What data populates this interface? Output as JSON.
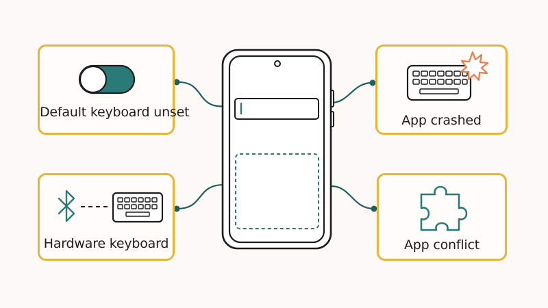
{
  "issues": {
    "default_keyboard": "Default keyboard unset",
    "hardware_keyboard": "Hardware keyboard",
    "app_crashed": "App crashed",
    "app_conflict": "App conflict"
  },
  "icons": {
    "top_left": "toggle-switch-icon",
    "bottom_left": [
      "bluetooth-icon",
      "keyboard-icon"
    ],
    "top_right": [
      "keyboard-icon",
      "crash-burst-icon"
    ],
    "bottom_right": "puzzle-piece-icon"
  },
  "colors": {
    "card_border": "#e8b43a",
    "accent_teal": "#2c7a77",
    "burst": "#f07a45",
    "outline": "#1c1c1c"
  }
}
